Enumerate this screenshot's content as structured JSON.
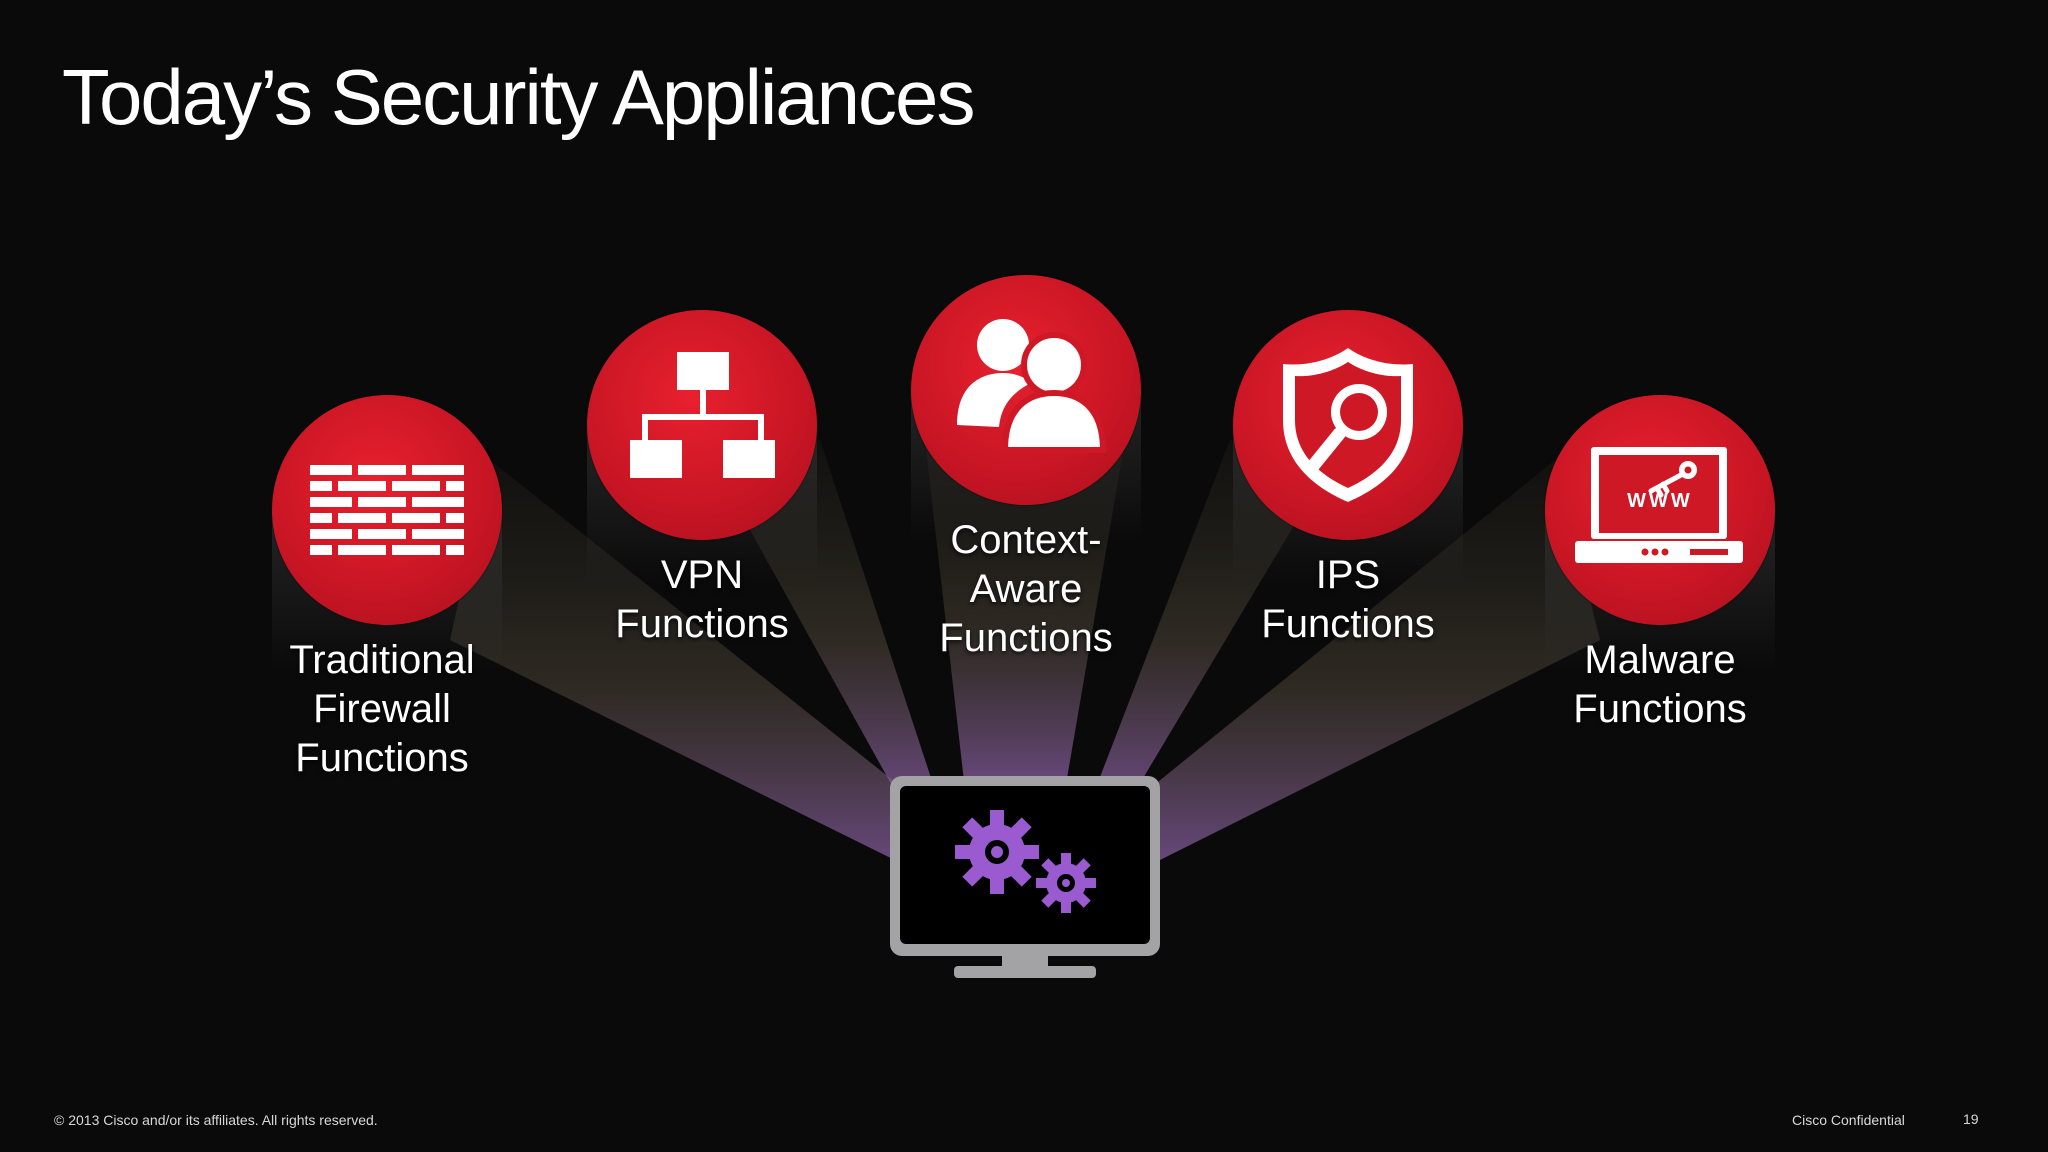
{
  "slide": {
    "title": "Today’s Security Appliances",
    "footer_copyright": "© 2013 Cisco and/or its affiliates. All rights reserved.",
    "footer_confidential": "Cisco Confidential",
    "page_number": "19"
  },
  "colors": {
    "background": "#0b0a0b",
    "circle_red": "#d41a27",
    "gear_purple": "#9b5bd0",
    "monitor_gray": "#a3a3a6"
  },
  "nodes": [
    {
      "icon": "brick-wall-icon",
      "label_lines": [
        "Traditional",
        "Firewall",
        "Functions"
      ]
    },
    {
      "icon": "network-hierarchy-icon",
      "label_lines": [
        "VPN",
        "Functions"
      ]
    },
    {
      "icon": "users-icon",
      "label_lines": [
        "Context-",
        "Aware",
        "Functions"
      ]
    },
    {
      "icon": "shield-magnifier-icon",
      "label_lines": [
        "IPS",
        "Functions"
      ]
    },
    {
      "icon": "laptop-key-www-icon",
      "label_lines": [
        "Malware",
        "Functions"
      ],
      "laptop_text": "WWW"
    }
  ],
  "center": {
    "icon": "monitor-gears-icon"
  }
}
